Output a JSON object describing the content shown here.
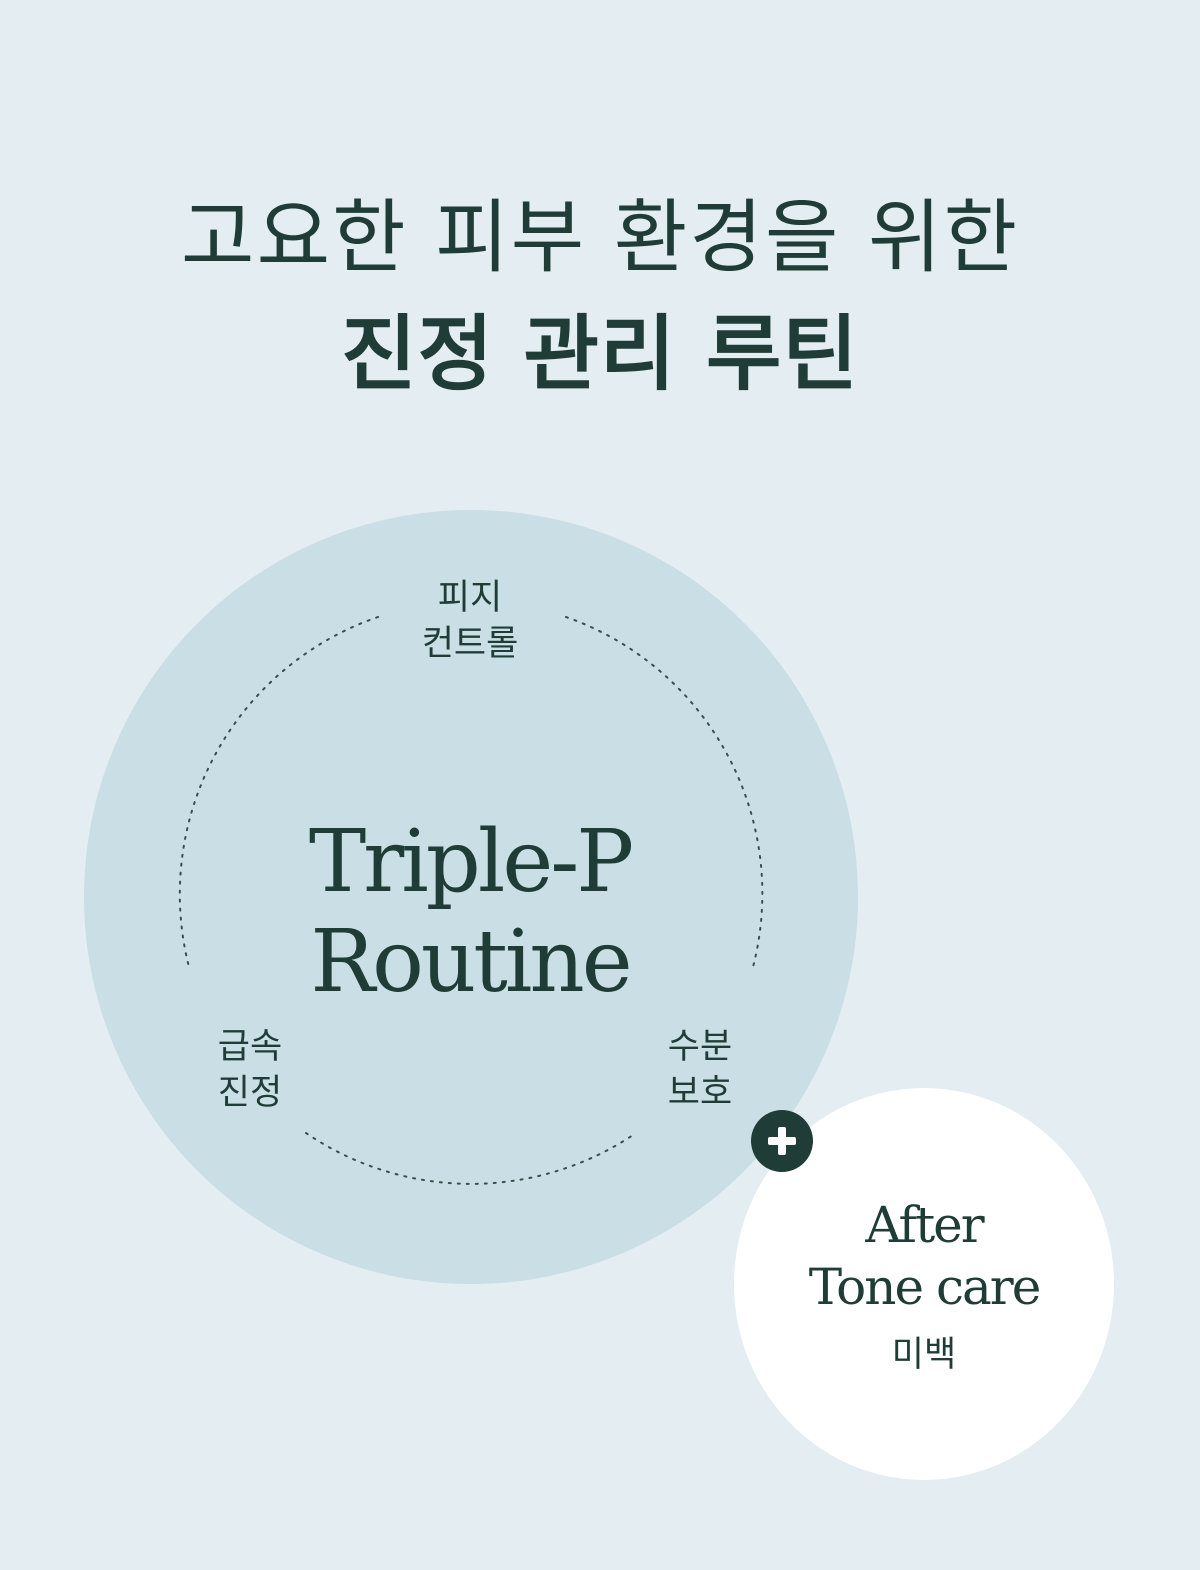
{
  "header": {
    "line1": "고요한 피부 환경을 위한",
    "line2": "진정 관리 루틴"
  },
  "routine": {
    "title_line1": "Triple-P",
    "title_line2": "Routine",
    "steps": [
      {
        "line1": "피지",
        "line2": "컨트롤"
      },
      {
        "line1": "급속",
        "line2": "진정"
      },
      {
        "line1": "수분",
        "line2": "보호"
      }
    ]
  },
  "after_care": {
    "title_line1": "After",
    "title_line2": "Tone care",
    "subtitle": "미백",
    "badge_icon": "plus-icon"
  },
  "colors": {
    "background": "#e3edf2",
    "main_circle": "#cadee5",
    "text": "#1f3d36",
    "secondary_circle": "#ffffff"
  }
}
